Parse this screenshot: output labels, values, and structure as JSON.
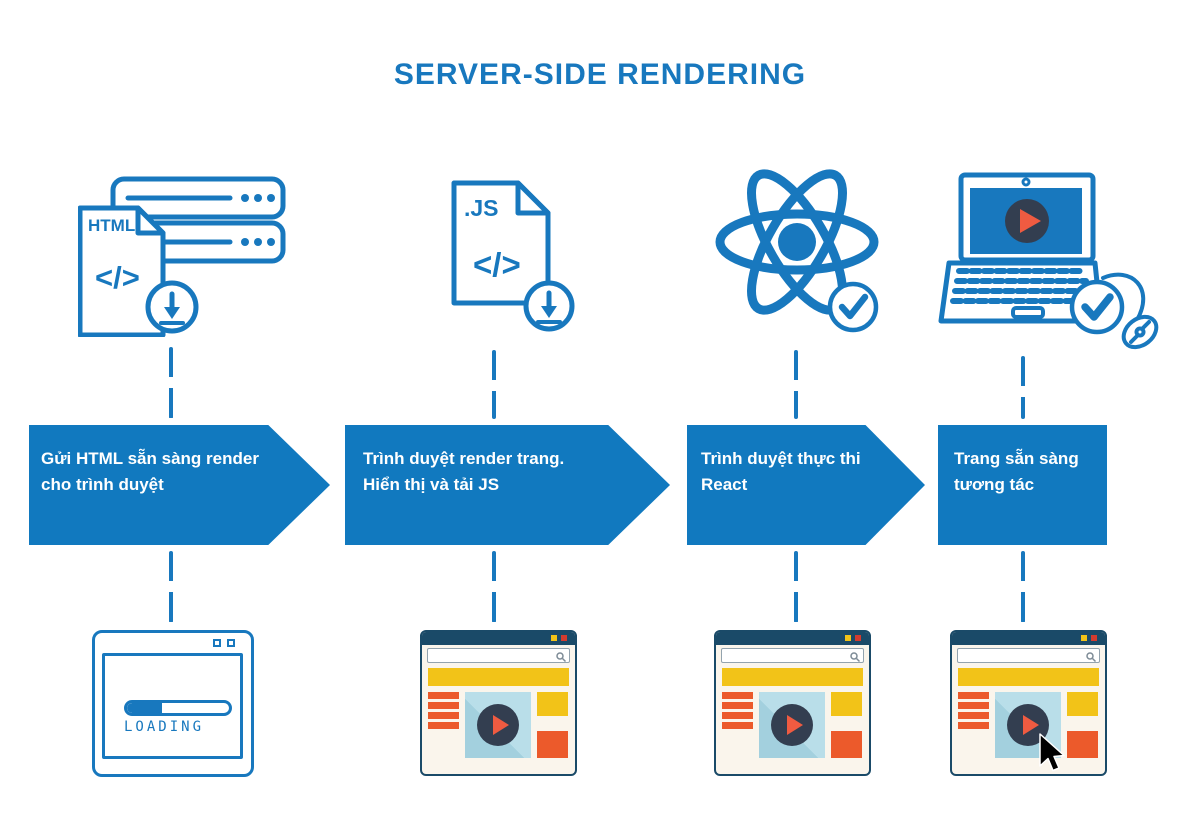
{
  "title": "SERVER-SIDE RENDERING",
  "colors": {
    "blue": "#1878BE",
    "banner_blue": "#1179BF",
    "navy_frame": "#1A4A68",
    "yellow": "#F2C318",
    "orange": "#EC5A2B",
    "close_red": "#D23B2F",
    "cream_bg": "#FAF5EC",
    "video_light_blue": "#A9D5E2",
    "play_circle_slate": "#333E50",
    "play_triangle": "#EF5B41",
    "white": "#FFFFFF"
  },
  "steps": [
    {
      "name": "send-html",
      "icon": "server-html-file-download-icon",
      "file_label": "HTML",
      "code_glyph": "</>",
      "banner_line1": "Gửi HTML sẵn sàng render",
      "banner_line2": "cho trình duyệt",
      "result": "loading-browser-window",
      "loading_label": "LOADING"
    },
    {
      "name": "browser-renders-page",
      "icon": "js-file-download-icon",
      "file_label": ".JS",
      "code_glyph": "</>",
      "banner_line1": "Trình duyệt render trang.",
      "banner_line2": "Hiển thị và tải JS",
      "result": "rendered-browser-window"
    },
    {
      "name": "browser-executes-react",
      "icon": "react-logo-check-icon",
      "banner_line1": "Trình duyệt thực thi",
      "banner_line2": "React",
      "result": "rendered-browser-window"
    },
    {
      "name": "page-interactive",
      "icon": "laptop-play-check-mouse-icon",
      "banner_line1": "Trang sẵn sàng",
      "banner_line2": "tương tác",
      "result": "rendered-browser-window-with-cursor"
    }
  ]
}
